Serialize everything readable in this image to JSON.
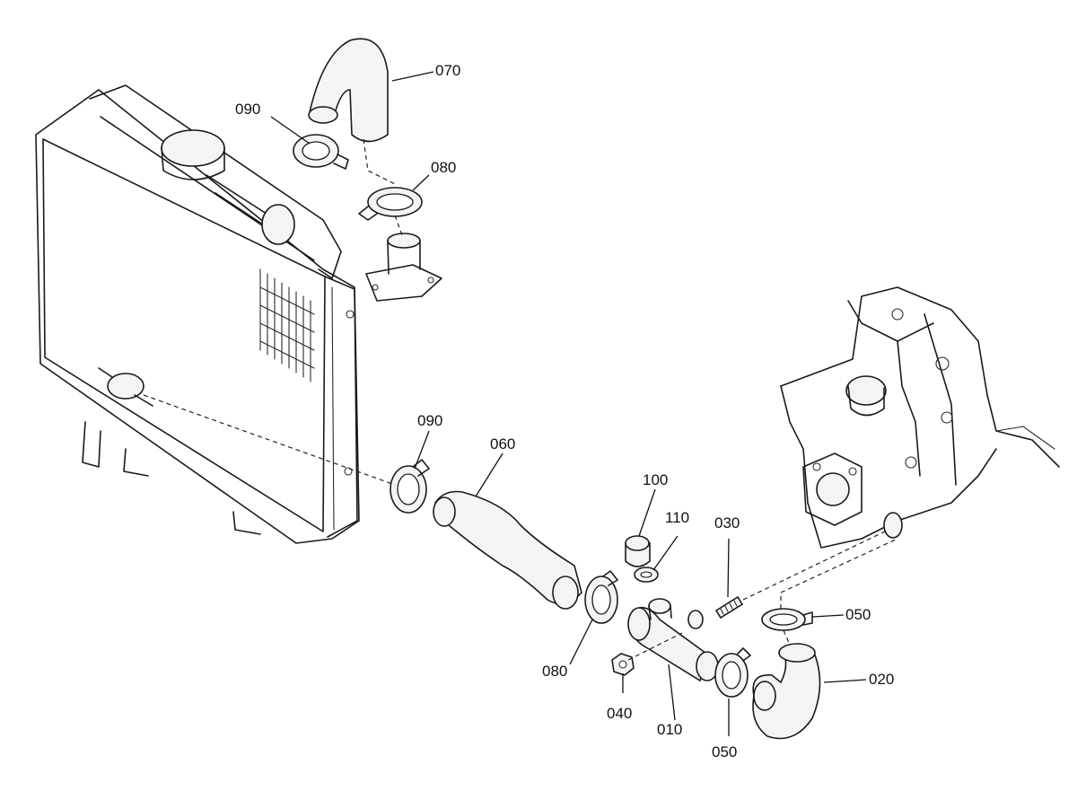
{
  "labels": {
    "p070": "070",
    "p090_top": "090",
    "p080_top": "080",
    "p090_mid": "090",
    "p060": "060",
    "p100": "100",
    "p110": "110",
    "p030": "030",
    "p050_right": "050",
    "p020": "020",
    "p080_bottom": "080",
    "p040": "040",
    "p010": "010",
    "p050_bottom": "050"
  },
  "colors": {
    "ink": "#1a1a1a",
    "background": "#ffffff"
  }
}
